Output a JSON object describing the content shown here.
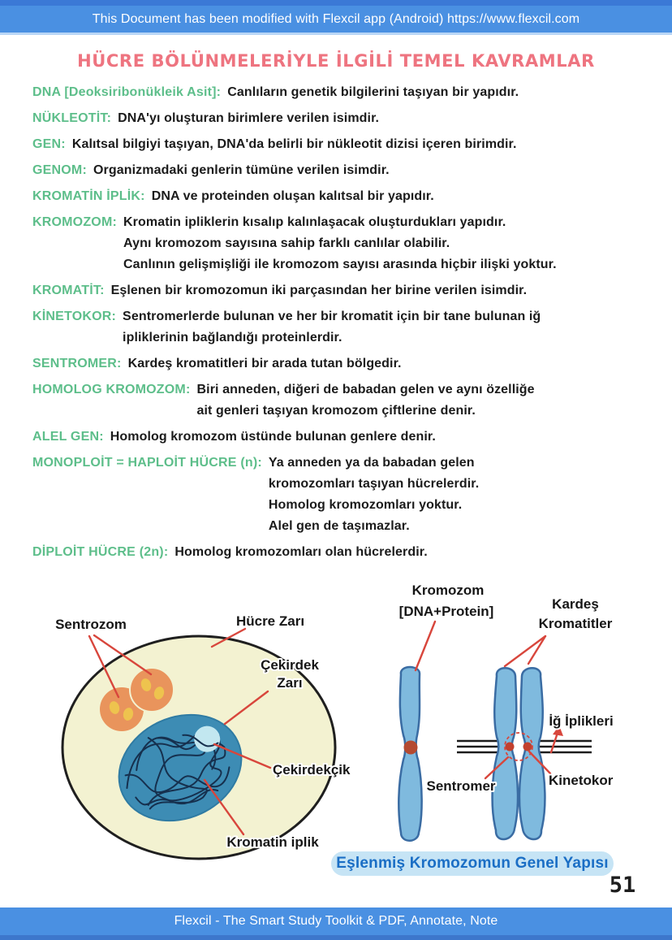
{
  "banner_top": {
    "text": "This Document has been modified with Flexcil app (Android) https://www.flexcil.com"
  },
  "title": "HÜCRE BÖLÜNMELERİYLE İLGİLİ TEMEL KAVRAMLAR",
  "definitions": [
    {
      "term": "DNA [Deoksiribonükleik Asit]:",
      "lines": [
        "Canlıların genetik bilgilerini taşıyan bir yapıdır."
      ]
    },
    {
      "term": "NÜKLEOTİT:",
      "lines": [
        "DNA'yı oluşturan birimlere verilen isimdir."
      ]
    },
    {
      "term": "GEN:",
      "lines": [
        "Kalıtsal bilgiyi taşıyan, DNA'da belirli bir nükleotit dizisi içeren birimdir."
      ]
    },
    {
      "term": "GENOM:",
      "lines": [
        "Organizmadaki genlerin tümüne verilen isimdir."
      ]
    },
    {
      "term": "KROMATİN İPLİK:",
      "lines": [
        "DNA ve proteinden oluşan kalıtsal bir yapıdır."
      ]
    },
    {
      "term": "KROMOZOM:",
      "lines": [
        "Kromatin ipliklerin kısalıp kalınlaşacak oluşturdukları yapıdır.",
        "Aynı kromozom sayısına sahip farklı canlılar olabilir.",
        "Canlının gelişmişliği ile kromozom sayısı arasında hiçbir ilişki yoktur."
      ]
    },
    {
      "term": "KROMATİT:",
      "lines": [
        "Eşlenen bir kromozomun iki parçasından her birine verilen isimdir."
      ]
    },
    {
      "term": "KİNETOKOR:",
      "lines": [
        "Sentromerlerde bulunan ve her bir kromatit için bir tane bulunan iğ",
        "ipliklerinin bağlandığı proteinlerdir."
      ]
    },
    {
      "term": "SENTROMER:",
      "lines": [
        "Kardeş kromatitleri bir arada tutan bölgedir."
      ]
    },
    {
      "term": "HOMOLOG KROMOZOM:",
      "lines": [
        "Biri anneden, diğeri de babadan gelen ve aynı özelliğe",
        "ait genleri taşıyan kromozom çiftlerine denir."
      ]
    },
    {
      "term": "ALEL GEN:",
      "lines": [
        "Homolog kromozom üstünde bulunan genlere denir."
      ]
    },
    {
      "term": "MONOPLOİT = HAPLOİT HÜCRE (n):",
      "lines": [
        "Ya anneden ya da babadan gelen",
        "kromozomları taşıyan hücrelerdir.",
        "Homolog kromozomları yoktur.",
        "Alel gen de taşımazlar."
      ]
    },
    {
      "term": "DİPLOİT HÜCRE (2n):",
      "lines": [
        "Homolog kromozomları olan hücrelerdir."
      ]
    }
  ],
  "cell_diagram": {
    "labels": {
      "sentrozom": "Sentrozom",
      "hucre_zari": "Hücre Zarı",
      "cekirdek_zari_line1": "Çekirdek",
      "cekirdek_zari_line2": "Zarı",
      "cekirdekcik": "Çekirdekçik",
      "kromatin_iplik": "Kromatin iplik"
    }
  },
  "chromosome_diagram": {
    "labels": {
      "kromozom_line1": "Kromozom",
      "kromozom_line2": "[DNA+Protein]",
      "kardes_line1": "Kardeş",
      "kardes_line2": "Kromatitler",
      "ig_iplikleri": "İğ İplikleri",
      "sentromer": "Sentromer",
      "kinetokor": "Kinetokor"
    },
    "caption": "Eşlenmiş Kromozomun Genel Yapısı"
  },
  "page_number": "51",
  "banner_bottom": {
    "text": "Flexcil - The Smart Study Toolkit & PDF, Annotate, Note"
  },
  "colors": {
    "banner_blue": "#4a90e2",
    "title_pink": "#ee7480",
    "term_green": "#5dbe8a",
    "body_text": "#1b1b1b",
    "leader_red": "#d8463c",
    "cell_fill": "#f3f2d1",
    "centrosome_orange": "#e9945c",
    "centrosome_spot_yellow": "#eec34e",
    "nucleus_blue": "#3d8cb4",
    "chromatin_navy": "#16304e",
    "nucleolus_cyan": "#c2e7f0",
    "chromosome_blue": "#7fbade",
    "chromosome_stroke": "#3a6ca3",
    "centromere_red": "#b44a31",
    "caption_text_blue": "#1a6ec5",
    "caption_highlight": "#c6e4f5"
  }
}
